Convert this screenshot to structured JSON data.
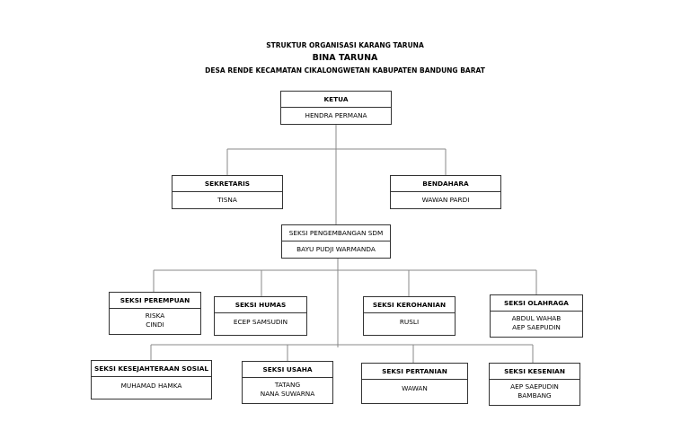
{
  "header": {
    "line1": "STRUKTUR ORGANISASI KARANG TARUNA",
    "line2": "BINA TARUNA",
    "line3": "DESA RENDE KECAMATAN CIKALONGWETAN KABUPATEN BANDUNG BARAT"
  },
  "nodes": {
    "ketua": {
      "title": "KETUA",
      "names": [
        "HENDRA PERMANA"
      ]
    },
    "sekretaris": {
      "title": "SEKRETARIS",
      "names": [
        "TISNA"
      ]
    },
    "bendahara": {
      "title": "BENDAHARA",
      "names": [
        "WAWAN PARDI"
      ]
    },
    "sdm": {
      "title": "SEKSI PENGEMBANGAN SDM",
      "names": [
        "BAYU PUDJI WARMANDA"
      ]
    },
    "perempuan": {
      "title": "SEKSI PEREMPUAN",
      "names": [
        "RISKA",
        "CINDI"
      ]
    },
    "humas": {
      "title": "SEKSI HUMAS",
      "names": [
        "ECEP SAMSUDIN"
      ]
    },
    "kerohanian": {
      "title": "SEKSI KEROHANIAN",
      "names": [
        "RUSLI"
      ]
    },
    "olahraga": {
      "title": "SEKSI OLAHRAGA",
      "names": [
        "ABDUL WAHAB",
        "AEP SAEPUDIN"
      ]
    },
    "kesejahteraan": {
      "title": "SEKSI KESEJAHTERAAN SOSIAL",
      "names": [
        "MUHAMAD HAMKA"
      ]
    },
    "usaha": {
      "title": "SEKSI USAHA",
      "names": [
        "TATANG",
        "NANA SUWARNA"
      ]
    },
    "pertanian": {
      "title": "SEKSI PERTANIAN",
      "names": [
        "WAWAN"
      ]
    },
    "kesenian": {
      "title": "SEKSI KESENIAN",
      "names": [
        "AEP SAEPUDIN",
        "BAMBANG"
      ]
    }
  }
}
